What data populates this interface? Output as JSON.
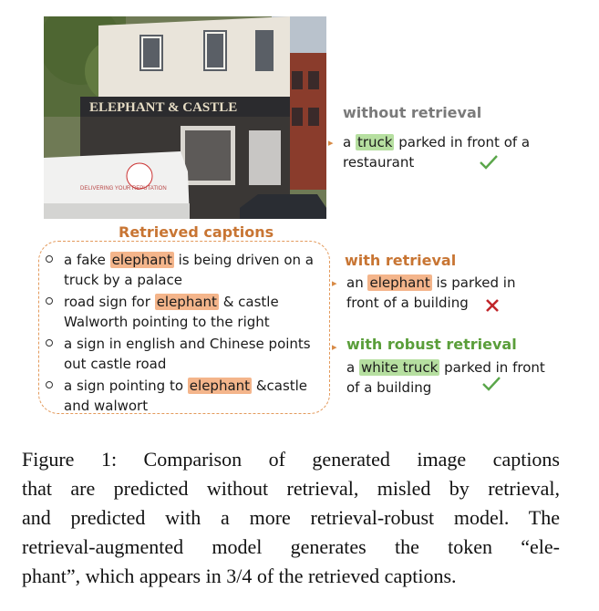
{
  "photo": {
    "sign_text": "ELEPHANT & CASTLE",
    "van_text": "DELIVERING YOUR REPUTATION",
    "icon": "building-photo"
  },
  "without_retrieval": {
    "label": "without retrieval",
    "pre": "a",
    "highlight": "truck",
    "post": "parked in front of a",
    "line2": "restaurant",
    "status_icon": "check-icon"
  },
  "retrieved": {
    "title": "Retrieved captions",
    "items": [
      {
        "pre": "a fake",
        "highlight": "elephant",
        "post": "is being driven on a",
        "line2": "truck by a palace"
      },
      {
        "pre": "road sign for",
        "highlight": "elephant",
        "post": "& castle",
        "line2": "Walworth pointing to the right"
      },
      {
        "pre": "a sign in english and Chinese points",
        "highlight": "",
        "post": "",
        "line2": "out castle road"
      },
      {
        "pre": "a sign pointing to",
        "highlight": "elephant",
        "post": "&castle",
        "line2": "and walwort"
      }
    ]
  },
  "with_retrieval": {
    "label": "with retrieval",
    "pre": "an",
    "highlight": "elephant",
    "post": "is parked in",
    "line2": "front of a building",
    "status_icon": "cross-icon"
  },
  "with_robust_retrieval": {
    "label": "with robust retrieval",
    "pre": "a",
    "highlight": "white truck",
    "post": "parked in front",
    "line2": "of a building",
    "status_icon": "check-icon"
  },
  "figure_caption": {
    "lines": [
      "Figure 1:  Comparison of generated image captions",
      "that are predicted without retrieval, misled by retrieval,",
      "and predicted with a more retrieval-robust model. The",
      "retrieval-augmented model generates the token “ele-",
      "phant”, which appears in 3/4 of the retrieved captions."
    ]
  },
  "colors": {
    "green_highlight": "#b6dfa0",
    "orange_highlight": "#f4b58b",
    "orange_text": "#c87533",
    "green_text": "#5a9e3a",
    "gray_text": "#7a7a7a"
  }
}
